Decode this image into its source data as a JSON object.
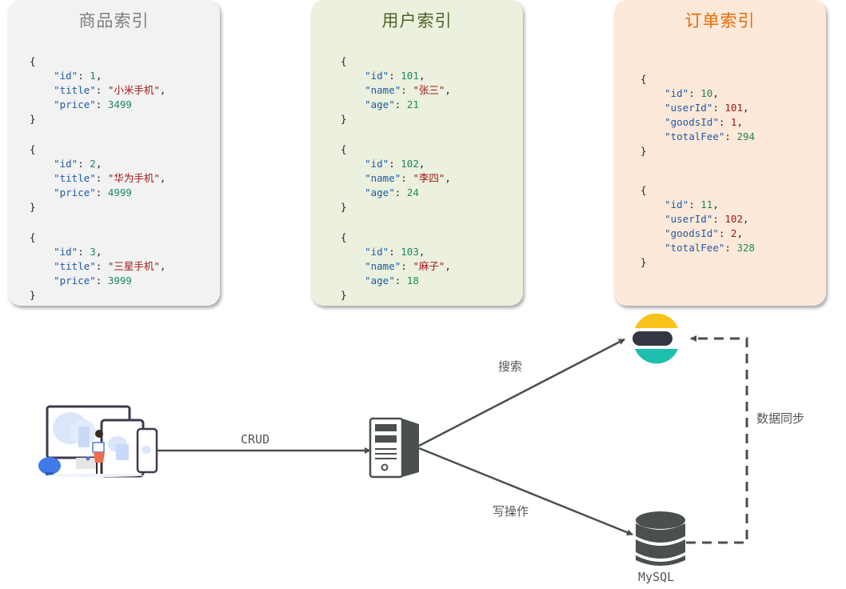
{
  "indexes": {
    "goods": {
      "title": "商品索引",
      "bg": "#f2f2f2",
      "title_color": "#7f7f7f",
      "docs": [
        {
          "id": "1",
          "title": "\"小米手机\"",
          "price": "3499"
        },
        {
          "id": "2",
          "title": "\"华为手机\"",
          "price": "4999"
        },
        {
          "id": "3",
          "title": "\"三星手机\"",
          "price": "3999"
        }
      ],
      "keys": {
        "id": "\"id\"",
        "title": "\"title\"",
        "price": "\"price\""
      }
    },
    "users": {
      "title": "用户索引",
      "bg": "#ebf1de",
      "title_color": "#4f6228",
      "docs": [
        {
          "id": "101",
          "name": "\"张三\"",
          "age": "21"
        },
        {
          "id": "102",
          "name": "\"李四\"",
          "age": "24"
        },
        {
          "id": "103",
          "name": "\"麻子\"",
          "age": "18"
        }
      ],
      "keys": {
        "id": "\"id\"",
        "name": "\"name\"",
        "age": "\"age\""
      }
    },
    "orders": {
      "title": "订单索引",
      "bg": "#fde9d9",
      "title_color": "#e46c0a",
      "docs": [
        {
          "id": "10",
          "userId": "101",
          "goodsId": "1",
          "totalFee": "294"
        },
        {
          "id": "11",
          "userId": "102",
          "goodsId": "2",
          "totalFee": "328"
        }
      ],
      "keys": {
        "id": "\"id\"",
        "userId": "\"userId\"",
        "goodsId": "\"goodsId\"",
        "totalFee": "\"totalFee\""
      }
    }
  },
  "syntax": {
    "open": "{",
    "close": "}",
    "colon": ": ",
    "comma": ","
  },
  "diagram": {
    "crud_label": "CRUD",
    "search_label": "搜索",
    "write_label": "写操作",
    "sync_label": "数据同步",
    "mysql_label": "MySQL",
    "icons": {
      "client": "client-devices-icon",
      "server": "server-icon",
      "elasticsearch": "elasticsearch-icon",
      "database": "database-icon"
    },
    "colors": {
      "line": "#4a4f4f",
      "es_yellow": "#f8c21a",
      "es_dark": "#343741",
      "es_teal": "#1ebfad"
    }
  }
}
